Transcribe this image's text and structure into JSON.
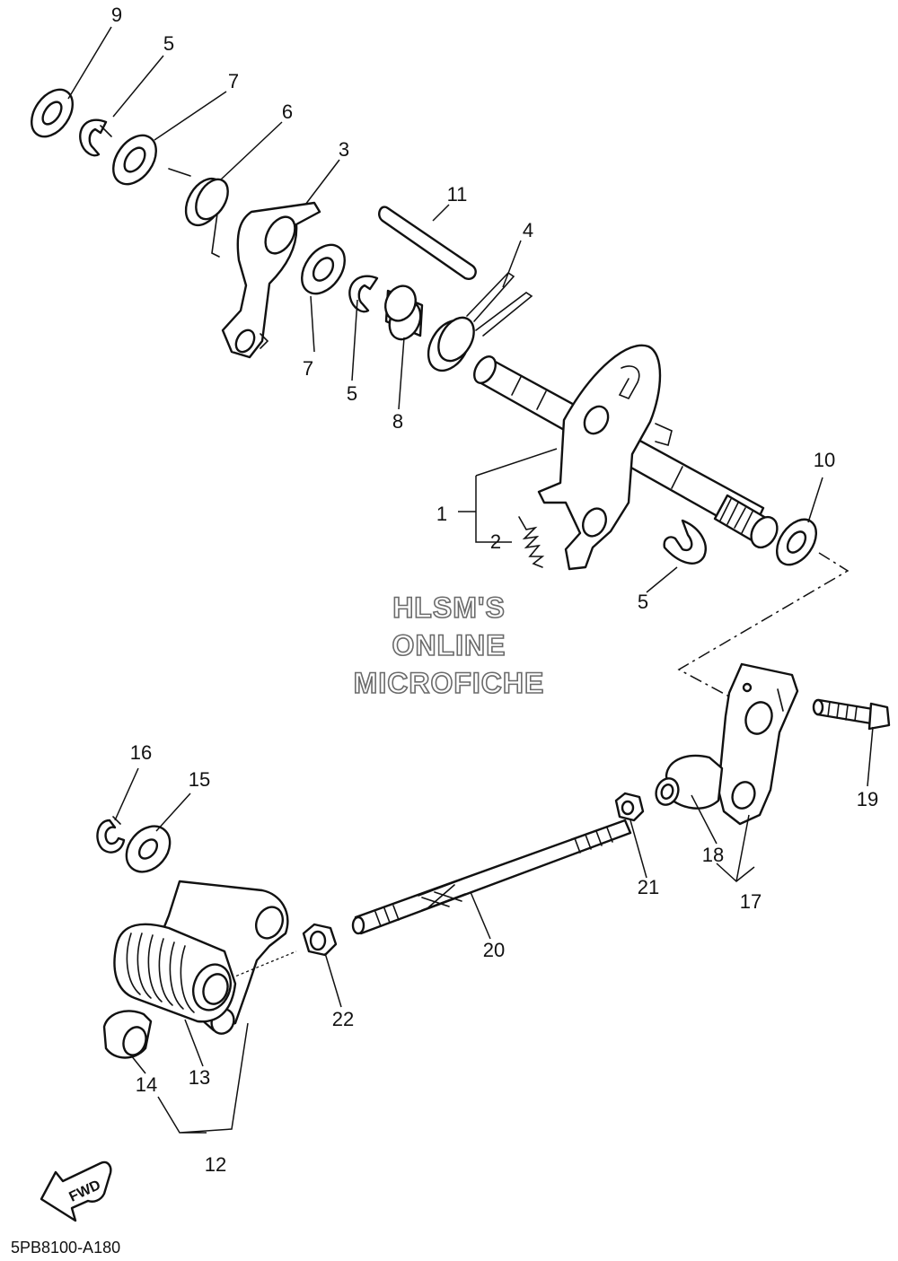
{
  "diagram": {
    "callouts": [
      {
        "id": "c9a",
        "text": "9"
      },
      {
        "id": "c5a",
        "text": "5"
      },
      {
        "id": "c7a",
        "text": "7"
      },
      {
        "id": "c6",
        "text": "6"
      },
      {
        "id": "c3",
        "text": "3"
      },
      {
        "id": "c11",
        "text": "11"
      },
      {
        "id": "c4",
        "text": "4"
      },
      {
        "id": "c7b",
        "text": "7"
      },
      {
        "id": "c5b",
        "text": "5"
      },
      {
        "id": "c8",
        "text": "8"
      },
      {
        "id": "c10",
        "text": "10"
      },
      {
        "id": "c1",
        "text": "1"
      },
      {
        "id": "c2",
        "text": "2"
      },
      {
        "id": "c5c",
        "text": "5"
      },
      {
        "id": "c16",
        "text": "16"
      },
      {
        "id": "c15",
        "text": "15"
      },
      {
        "id": "c19",
        "text": "19"
      },
      {
        "id": "c18",
        "text": "18"
      },
      {
        "id": "c21",
        "text": "21"
      },
      {
        "id": "c17",
        "text": "17"
      },
      {
        "id": "c20",
        "text": "20"
      },
      {
        "id": "c22",
        "text": "22"
      },
      {
        "id": "c13",
        "text": "13"
      },
      {
        "id": "c14",
        "text": "14"
      },
      {
        "id": "c12",
        "text": "12"
      }
    ],
    "watermark": [
      "HLSM'S",
      "ONLINE",
      "MICROFICHE"
    ],
    "fwd_label": "FWD",
    "figure_code": "5PB8100-A180"
  }
}
